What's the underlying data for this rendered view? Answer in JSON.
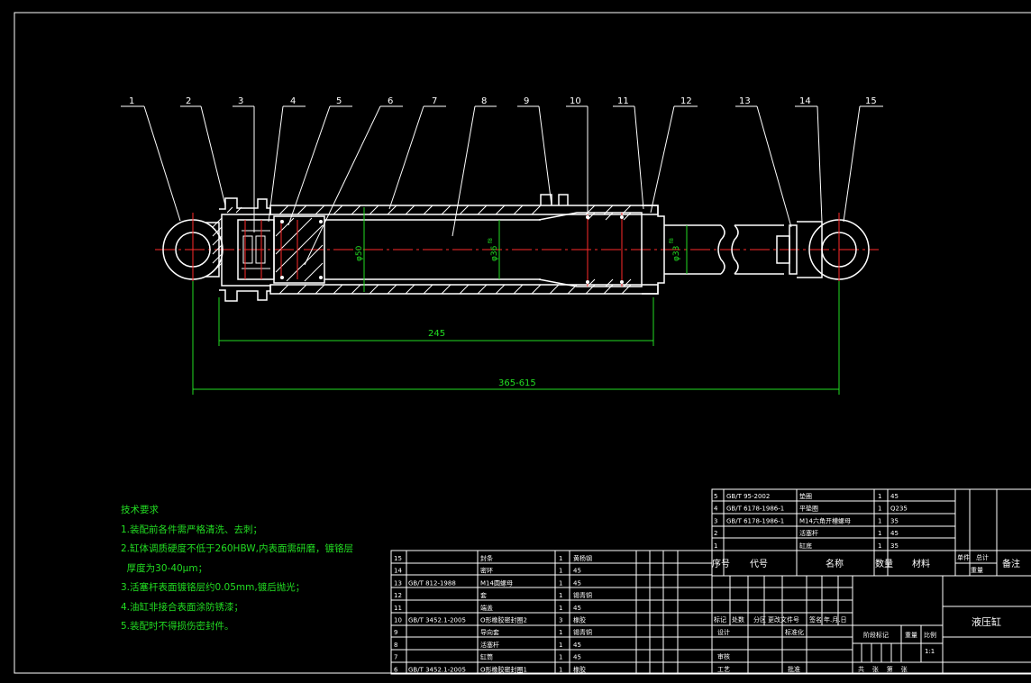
{
  "balloons": [
    "1",
    "2",
    "3",
    "4",
    "5",
    "6",
    "7",
    "8",
    "9",
    "10",
    "11",
    "12",
    "13",
    "14",
    "15"
  ],
  "dimensions": {
    "bore": "φ50",
    "rod_inner": "φ36",
    "rod_inner_suffix": "f8",
    "rod_outer": "φ33",
    "rod_outer_suffix": "f8",
    "stroke_length": "245",
    "mount_length": "365-615"
  },
  "notes": {
    "title": "技术要求",
    "items": [
      "1.装配前各件需严格清洗、去刺；",
      "2.缸体调质硬度不低于260HBW,内表面需研磨，镀铬层",
      "  厚度为30-40μm；",
      "3.活塞杆表面镀铬层约0.05mm,镀后抛光；",
      "4.油缸非接合表面涂防锈漆；",
      "5.装配时不得损伤密封件。"
    ]
  },
  "parts_lower": [
    {
      "no": "15",
      "code": "",
      "name": "封条",
      "qty": "1",
      "material": "黄杨钢"
    },
    {
      "no": "14",
      "code": "",
      "name": "密环",
      "qty": "1",
      "material": "45"
    },
    {
      "no": "13",
      "code": "GB/T 812-1988",
      "name": "M14圆螺母",
      "qty": "1",
      "material": "45"
    },
    {
      "no": "12",
      "code": "",
      "name": "套",
      "qty": "1",
      "material": "锡青铜"
    },
    {
      "no": "11",
      "code": "",
      "name": "端盖",
      "qty": "1",
      "material": "45"
    },
    {
      "no": "10",
      "code": "GB/T 3452.1-2005",
      "name": "O形橡胶密封圈2",
      "qty": "3",
      "material": "橡胶"
    },
    {
      "no": "9",
      "code": "",
      "name": "导向套",
      "qty": "1",
      "material": "锡青铜"
    },
    {
      "no": "8",
      "code": "",
      "name": "活塞杆",
      "qty": "1",
      "material": "45"
    },
    {
      "no": "7",
      "code": "",
      "name": "缸筒",
      "qty": "1",
      "material": "45"
    },
    {
      "no": "6",
      "code": "GB/T 3452.1-2005",
      "name": "O形橡胶密封圈1",
      "qty": "1",
      "material": "橡胶"
    }
  ],
  "parts_upper": [
    {
      "no": "5",
      "code": "GB/T 95-2002",
      "name": "垫圈",
      "qty": "1",
      "material": "45"
    },
    {
      "no": "4",
      "code": "GB/T 6178-1986-1",
      "name": "平垫圈",
      "qty": "1",
      "material": "Q235"
    },
    {
      "no": "3",
      "code": "GB/T 6178-1986-1",
      "name": "M14六角开槽螺母",
      "qty": "1",
      "material": "35"
    },
    {
      "no": "2",
      "code": "",
      "name": "活塞杆",
      "qty": "1",
      "material": "45"
    },
    {
      "no": "1",
      "code": "",
      "name": "缸底",
      "qty": "1",
      "material": "35"
    }
  ],
  "header_row": {
    "no": "序号",
    "code": "代号",
    "name": "名称",
    "qty": "数量",
    "material": "材料",
    "unit_weight": "单件",
    "total_weight": "总计",
    "weight": "重量",
    "remark": "备注"
  },
  "title_block": {
    "revision_labels": [
      "标记",
      "处数",
      "分区",
      "更改文件号",
      "签名",
      "年.月.日"
    ],
    "design": "设计",
    "standardization": "标准化",
    "review": "审核",
    "process": "工艺",
    "approve": "批准",
    "stage_mark": "阶段标记",
    "weight": "重量",
    "scale": "比例",
    "scale_value": "1:1",
    "sheets": "共    张    第    张",
    "drawing_title": "液压缸"
  }
}
